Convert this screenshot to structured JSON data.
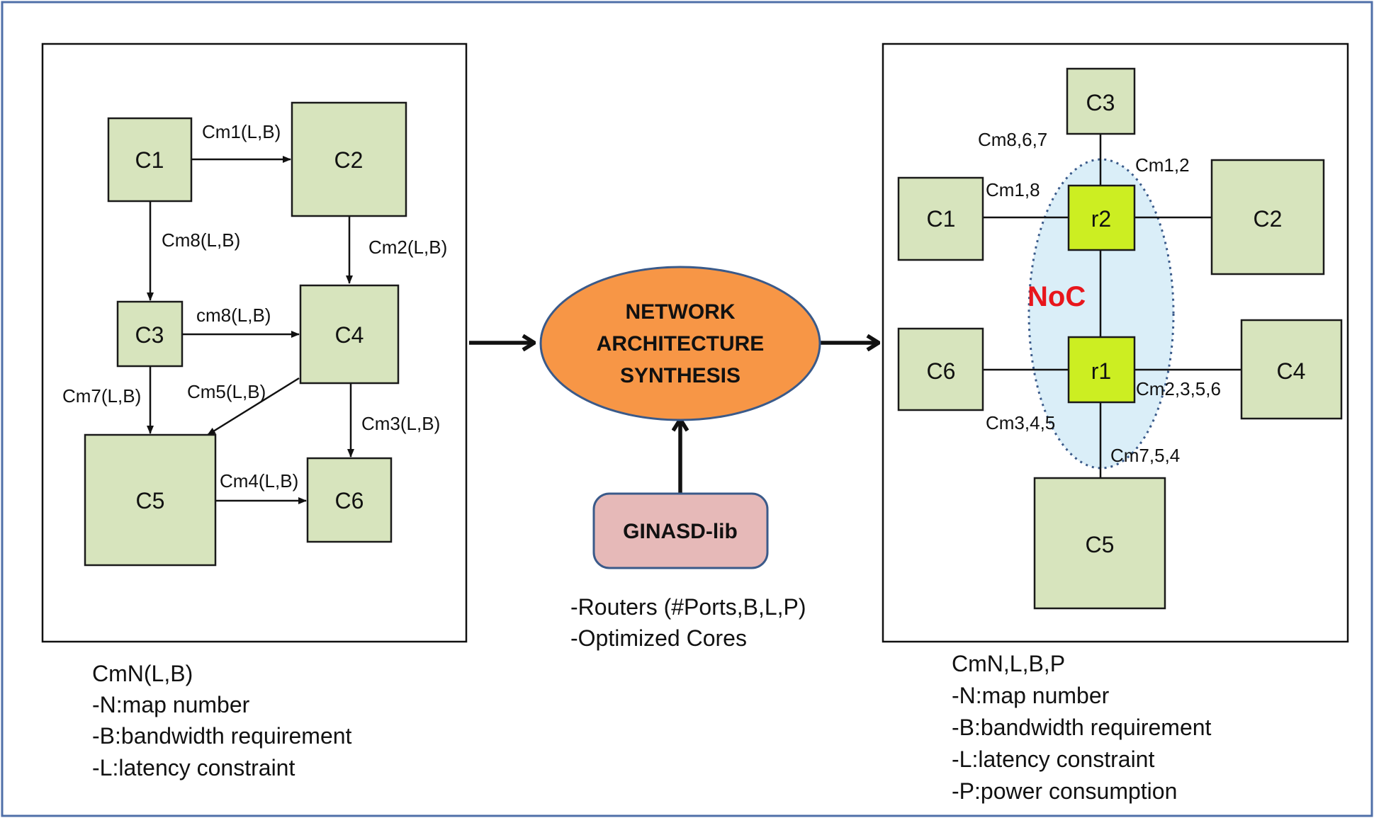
{
  "left_graph": {
    "cores": [
      {
        "id": "c1",
        "label": "C1"
      },
      {
        "id": "c2",
        "label": "C2"
      },
      {
        "id": "c3",
        "label": "C3"
      },
      {
        "id": "c4",
        "label": "C4"
      },
      {
        "id": "c5",
        "label": "C5"
      },
      {
        "id": "c6",
        "label": "C6"
      }
    ],
    "edges": [
      {
        "from": "C1",
        "to": "C2",
        "label": "Cm1(L,B)"
      },
      {
        "from": "C2",
        "to": "C4",
        "label": "Cm2(L,B)"
      },
      {
        "from": "C1",
        "to": "C3",
        "label": "Cm8(L,B)"
      },
      {
        "from": "C3",
        "to": "C4",
        "label": "cm8(L,B)"
      },
      {
        "from": "C3",
        "to": "C5",
        "label": "Cm7(L,B)"
      },
      {
        "from": "C4",
        "to": "C5",
        "label": "Cm5(L,B)"
      },
      {
        "from": "C4",
        "to": "C6",
        "label": "Cm3(L,B)"
      },
      {
        "from": "C5",
        "to": "C6",
        "label": "Cm4(L,B)"
      }
    ]
  },
  "left_legend": [
    "CmN(L,B)",
    "-N:map number",
    "-B:bandwidth requirement",
    "-L:latency constraint"
  ],
  "synthesis": {
    "lines": [
      "NETWORK",
      "ARCHITECTURE",
      "SYNTHESIS"
    ],
    "fill_color": "#f79646",
    "library_label": "GINASD-lib",
    "library_color": "#e6b9b8",
    "library_notes": [
      "-Routers (#Ports,B,L,P)",
      "-Optimized Cores"
    ]
  },
  "right_graph": {
    "noc_label": "NoC",
    "noc_label_color": "#e8161c",
    "noc_fill_color": "#daeef8",
    "router_color": "#ccee22",
    "routers": [
      {
        "id": "r2",
        "label": "r2"
      },
      {
        "id": "r1",
        "label": "r1"
      }
    ],
    "cores": [
      {
        "id": "c3",
        "label": "C3"
      },
      {
        "id": "c1",
        "label": "C1"
      },
      {
        "id": "c2",
        "label": "C2"
      },
      {
        "id": "c6",
        "label": "C6"
      },
      {
        "id": "c4",
        "label": "C4"
      },
      {
        "id": "c5",
        "label": "C5"
      }
    ],
    "links": [
      {
        "id": "c3-r2",
        "label": "Cm8,6,7"
      },
      {
        "id": "c1-r2",
        "label": "Cm1,8"
      },
      {
        "id": "r2-c2",
        "label": "Cm1,2"
      },
      {
        "id": "r1-c4",
        "label": "Cm2,3,5,6"
      },
      {
        "id": "c6-r1",
        "label": "Cm3,4,5"
      },
      {
        "id": "r1-c5",
        "label": "Cm7,5,4"
      }
    ]
  },
  "right_legend": [
    "CmN,L,B,P",
    "-N:map number",
    "-B:bandwidth requirement",
    "-L:latency constraint",
    "-P:power consumption"
  ]
}
